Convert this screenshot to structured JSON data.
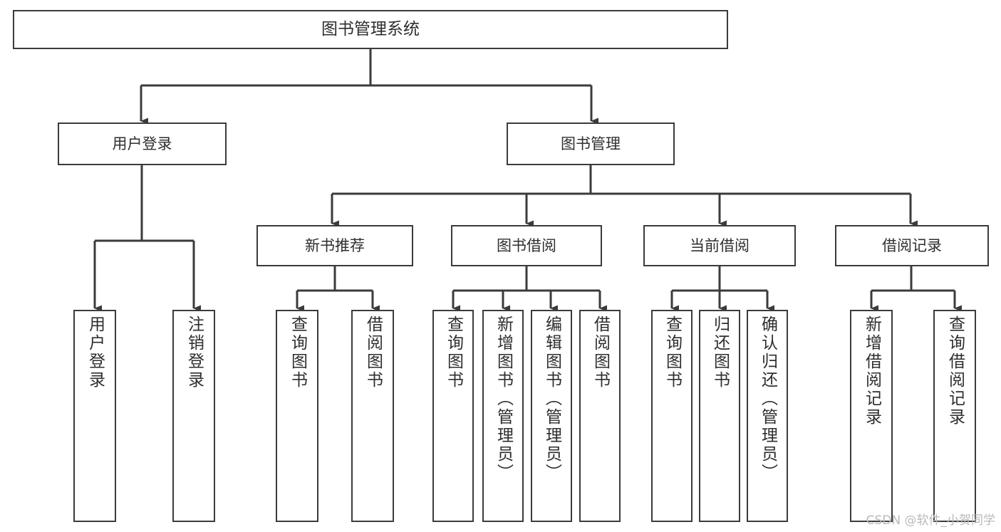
{
  "diagram": {
    "title": "图书管理系统",
    "root": {
      "label": "图书管理系统"
    },
    "level1": [
      {
        "label": "用户登录"
      },
      {
        "label": "图书管理"
      }
    ],
    "level2": [
      {
        "label": "新书推荐"
      },
      {
        "label": "图书借阅"
      },
      {
        "label": "当前借阅"
      },
      {
        "label": "借阅记录"
      }
    ],
    "leaves": {
      "user_login": [
        {
          "label": "用户登录"
        },
        {
          "label": "注销登录"
        }
      ],
      "new_recommend": [
        {
          "label": "查询图书"
        },
        {
          "label": "借阅图书"
        }
      ],
      "book_borrow": [
        {
          "label": "查询图书"
        },
        {
          "label": "新增图书（管理员）"
        },
        {
          "label": "编辑图书（管理员）"
        },
        {
          "label": "借阅图书"
        }
      ],
      "current_borrow": [
        {
          "label": "查询图书"
        },
        {
          "label": "归还图书"
        },
        {
          "label": "确认归还（管理员）"
        }
      ],
      "borrow_record": [
        {
          "label": "新增借阅记录"
        },
        {
          "label": "查询借阅记录"
        }
      ]
    }
  },
  "watermark": {
    "text": "CSDN @软件_小贺同学"
  },
  "colors": {
    "stroke": "#3b3b3b",
    "text": "#2e2e2e",
    "background": "#ffffff",
    "watermark": "#b9b9b9"
  }
}
